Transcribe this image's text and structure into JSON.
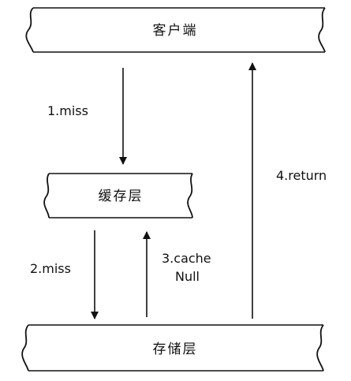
{
  "nodes": {
    "client": {
      "label": "客户端"
    },
    "cache": {
      "label": "缓存层"
    },
    "storage": {
      "label": "存储层"
    }
  },
  "edges": {
    "miss_1": {
      "label": "1.miss"
    },
    "miss_2": {
      "label": "2.miss"
    },
    "cache_null": {
      "label_line1": "3.cache",
      "label_line2": "Null"
    },
    "return_4": {
      "label": "4.return"
    }
  },
  "colors": {
    "stroke": "#111111",
    "background": "#ffffff"
  }
}
